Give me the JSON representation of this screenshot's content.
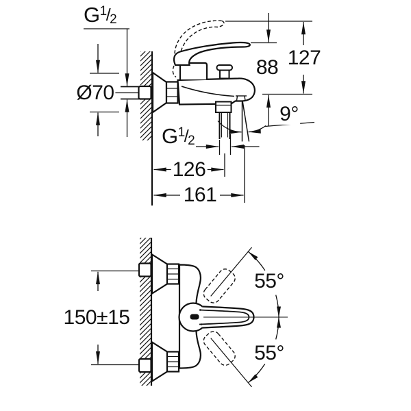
{
  "drawing": {
    "colors": {
      "line": "#111111",
      "background": "#ffffff"
    },
    "top_view": {
      "inlet_thread": {
        "base": "G",
        "sup": "1",
        "slash": "/",
        "sub": "2"
      },
      "escutcheon_diameter": "Ø70",
      "handle_height": "88",
      "overall_height": "127",
      "spout_angle": "9°",
      "outlet_thread": {
        "base": "G",
        "sup": "1",
        "slash": "/",
        "sub": "2"
      },
      "wall_to_outlet": "126",
      "wall_to_spout": "161"
    },
    "front_view": {
      "union_spacing": "150±15",
      "handle_swing_upper": "55°",
      "handle_swing_lower": "55°"
    }
  }
}
